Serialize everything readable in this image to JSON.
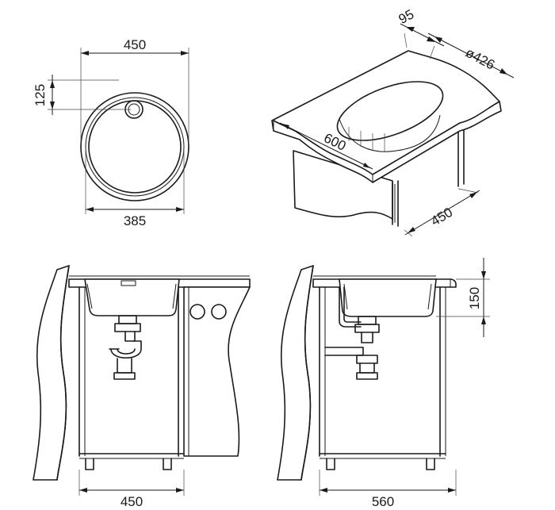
{
  "top_view": {
    "dim_top_width": "450",
    "dim_bottom_width": "385",
    "dim_drain_offset": "125"
  },
  "iso_view": {
    "dim_edge_depth": "95",
    "dim_bowl_diameter": "ø426",
    "dim_top_length": "600",
    "dim_cabinet_depth": "450"
  },
  "front_view": {
    "dim_cabinet_width": "450"
  },
  "side_view": {
    "dim_cabinet_depth": "560",
    "dim_bowl_depth": "150"
  }
}
